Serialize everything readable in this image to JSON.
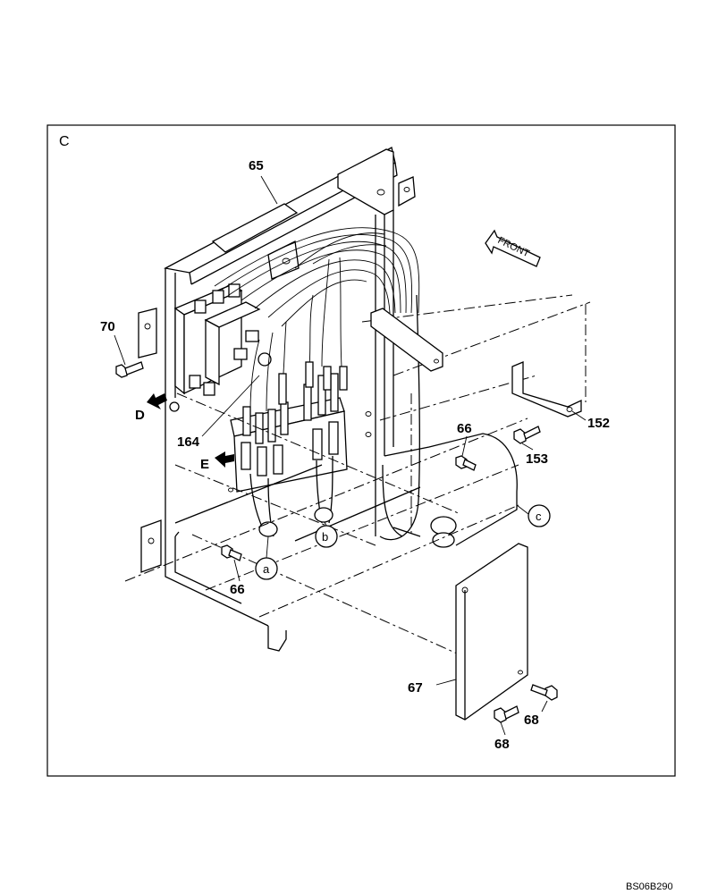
{
  "view_label": "C",
  "drawing_code": "BS06B290",
  "direction_label": "FRONT",
  "view_arrows": [
    {
      "id": "D",
      "label": "D"
    },
    {
      "id": "E",
      "label": "E"
    }
  ],
  "connector_circles": [
    {
      "id": "a",
      "label": "a"
    },
    {
      "id": "b",
      "label": "b"
    },
    {
      "id": "c",
      "label": "c"
    }
  ],
  "callouts": [
    {
      "id": "p65",
      "label": "65"
    },
    {
      "id": "p70",
      "label": "70"
    },
    {
      "id": "p164",
      "label": "164"
    },
    {
      "id": "p66a",
      "label": "66"
    },
    {
      "id": "p66b",
      "label": "66"
    },
    {
      "id": "p152",
      "label": "152"
    },
    {
      "id": "p153",
      "label": "153"
    },
    {
      "id": "p67",
      "label": "67"
    },
    {
      "id": "p68a",
      "label": "68"
    },
    {
      "id": "p68b",
      "label": "68"
    }
  ]
}
